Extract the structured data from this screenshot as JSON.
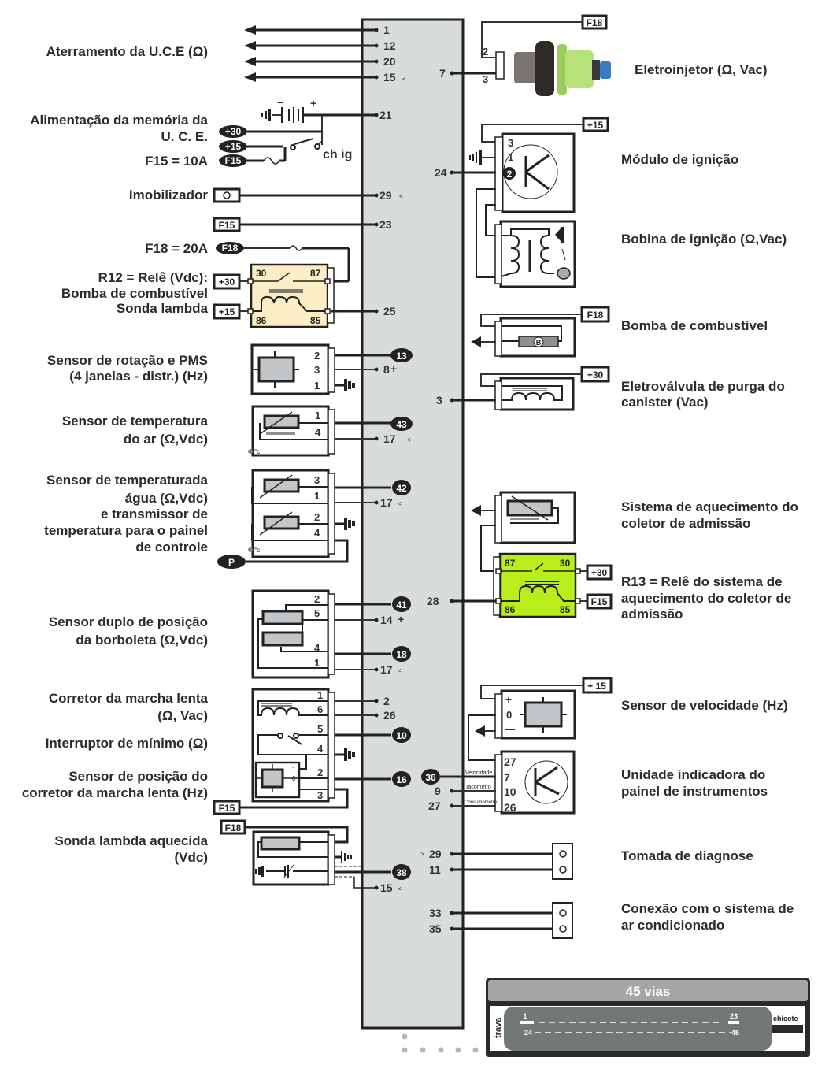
{
  "ecu": {
    "left_pins": [
      {
        "num": "1",
        "marker": ""
      },
      {
        "num": "12",
        "marker": ""
      },
      {
        "num": "20",
        "marker": ""
      },
      {
        "num": "15",
        "marker": "<"
      },
      {
        "num": "21",
        "marker": ""
      },
      {
        "num": "29",
        "marker": "<"
      },
      {
        "num": "23",
        "marker": ""
      },
      {
        "num": "25",
        "marker": ""
      },
      {
        "num": "13",
        "marker": ""
      },
      {
        "num": "8",
        "marker": "+"
      },
      {
        "num": "43",
        "marker": ""
      },
      {
        "num": "17",
        "marker": "<"
      },
      {
        "num": "42",
        "marker": ""
      },
      {
        "num": "17",
        "marker": "<"
      },
      {
        "num": "41",
        "marker": ""
      },
      {
        "num": "14",
        "marker": "+"
      },
      {
        "num": "18",
        "marker": ""
      },
      {
        "num": "17",
        "marker": "<"
      },
      {
        "num": "2",
        "marker": ""
      },
      {
        "num": "26",
        "marker": ""
      },
      {
        "num": "10",
        "marker": ""
      },
      {
        "num": "16",
        "marker": ""
      },
      {
        "num": "38",
        "marker": ""
      },
      {
        "num": "15",
        "marker": "<"
      }
    ],
    "right_pins": [
      {
        "num": "7"
      },
      {
        "num": "24"
      },
      {
        "num": "3"
      },
      {
        "num": "28"
      },
      {
        "num": "36"
      },
      {
        "num": "9"
      },
      {
        "num": "27"
      },
      {
        "num": "29",
        "marker": ">"
      },
      {
        "num": "11"
      },
      {
        "num": "33"
      },
      {
        "num": "35"
      }
    ]
  },
  "left_components": {
    "ground": {
      "label": "Aterramento da U.C.E (Ω)"
    },
    "memory": {
      "label_line1": "Alimentação da memória da",
      "label_line2": "U. C. E.",
      "fuse_label": "F15 = 10A",
      "ovals": [
        "+30",
        "+15",
        "F15"
      ],
      "switch_label": "ch ig",
      "battery_minus": "−",
      "battery_plus": "+"
    },
    "immobilizer": {
      "label": "Imobilizador"
    },
    "f15_tag": "F15",
    "f18": {
      "label": "F18 = 20A",
      "oval": "F18"
    },
    "r12": {
      "label_line1": "R12 = Relê (Vdc):",
      "label_line2": "Bomba de combustível",
      "label_line3": "Sonda lambda",
      "tags": [
        "+30",
        "+15"
      ],
      "pins": [
        "30",
        "87",
        "86",
        "85"
      ]
    },
    "rpm_sensor": {
      "label_line1": "Sensor de rotação e PMS",
      "label_line2": "(4 janelas - distr.) (Hz)",
      "pins": [
        "2",
        "3",
        "1"
      ]
    },
    "air_temp": {
      "label_line1": "Sensor de temperatura",
      "label_line2": "do ar (Ω,Vdc)",
      "pins": [
        "1",
        "4"
      ],
      "unit": "°c"
    },
    "water_temp": {
      "label_line1": "Sensor de temperaturada",
      "label_line2": "água  (Ω,Vdc)",
      "label_line3": "e transmissor de",
      "label_line4": "temperatura para o painel",
      "label_line5": "de controle",
      "pins": [
        "3",
        "1",
        "2",
        "4"
      ],
      "unit": "°c",
      "oval": "P"
    },
    "throttle": {
      "label_line1": "Sensor duplo de posição",
      "label_line2": "da borboleta (Ω,Vdc)",
      "pins": [
        "2",
        "5",
        "4",
        "1"
      ]
    },
    "idle_corrector": {
      "label_line1": "Corretor da marcha lenta",
      "label_line2": "(Ω, Vac)",
      "pins": [
        "1",
        "6"
      ]
    },
    "idle_switch": {
      "label": "Interruptor de mínimo (Ω)",
      "pins": [
        "5",
        "4"
      ]
    },
    "idle_pos_sensor": {
      "label_line1": "Sensor de posição do",
      "label_line2": "corretor da marcha lenta (Hz)",
      "pins": [
        "2",
        "3"
      ],
      "signs": [
        "-",
        "0",
        "+"
      ],
      "tag": "F15"
    },
    "lambda": {
      "label_line1": "Sonda lambda aquecida",
      "label_line2": "(Vdc)",
      "tag": "F18"
    }
  },
  "right_components": {
    "injector": {
      "label": "Eletroinjetor (Ω, Vac)",
      "tag": "F18",
      "pins": [
        "2",
        "3"
      ]
    },
    "ign_module": {
      "label": "Módulo de ignição",
      "tag": "+15",
      "pins": [
        "3",
        "1",
        "2"
      ]
    },
    "ign_coil": {
      "label": "Bobina de ignição (Ω,Vac)"
    },
    "fuel_pump": {
      "label": "Bomba de combustível",
      "tag": "F18",
      "symbol": "B"
    },
    "canister": {
      "label_line1": "Eletroválvula de purga do",
      "label_line2": "canister (Vac)",
      "tag": "+30"
    },
    "heater": {
      "label_line1": "Sistema de aquecimento do",
      "label_line2": "coletor de admissão"
    },
    "r13": {
      "label_line1": "R13 = Relê do sistema de",
      "label_line2": "aquecimento do coletor de",
      "label_line3": "admissão",
      "tags": [
        "+30",
        "F15"
      ],
      "pins": [
        "87",
        "30",
        "86",
        "85"
      ]
    },
    "speed_sensor": {
      "label": "Sensor de velocidade (Hz)",
      "tag": "+ 15",
      "signs": [
        "+",
        "0",
        "—"
      ]
    },
    "cluster": {
      "label_line1": "Unidade indicadora do",
      "label_line2": "painel de instrumentos",
      "pins": [
        "27",
        "7",
        "10",
        "26"
      ],
      "wire_labels": [
        "Velocidade",
        "Tacometro",
        "Consumometro"
      ]
    },
    "diag": {
      "label": "Tomada de diagnose"
    },
    "ac": {
      "label_line1": "Conexão com o sistema de",
      "label_line2": "ar condicionado"
    }
  },
  "connector": {
    "title": "45  vias",
    "left_label": "trava",
    "right_label": "chicote",
    "pin_top_left": "1",
    "pin_top_right": "23",
    "pin_bottom_left": "24",
    "pin_bottom_right": "45"
  },
  "colors": {
    "ecu_fill": "#d9dcdd",
    "r12_fill": "#fbeec4",
    "r13_fill": "#b9ee1c",
    "connector_header": "#a4a6a8",
    "connector_body": "#727878"
  }
}
